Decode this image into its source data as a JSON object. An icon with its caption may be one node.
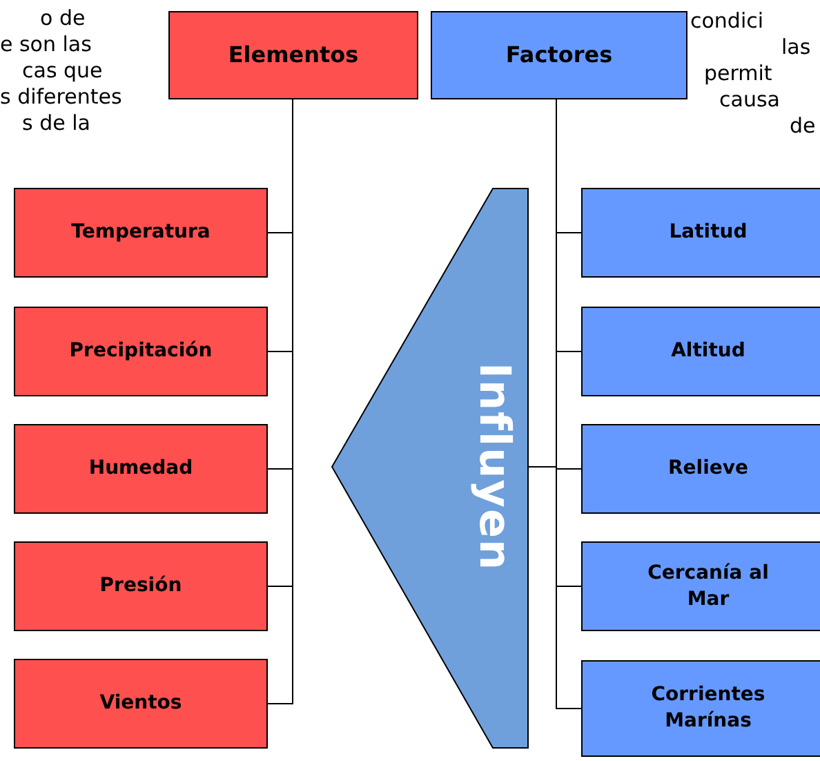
{
  "diagram": {
    "nodes": [
      {
        "text": [
          "Elementos"
        ]
      },
      {
        "text": [
          "Factores"
        ]
      },
      {
        "text": [
          "Temperatura"
        ]
      },
      {
        "text": [
          "Precipitación"
        ]
      },
      {
        "text": [
          "Humedad"
        ]
      },
      {
        "text": [
          "Presión"
        ]
      },
      {
        "text": [
          "Vientos"
        ]
      },
      {
        "text": [
          "Influyen"
        ]
      },
      {
        "text": [
          "Latitud"
        ]
      },
      {
        "text": [
          "Altitud"
        ]
      },
      {
        "text": [
          "Relieve"
        ]
      },
      {
        "text": [
          "Cercanía al Mar"
        ]
      },
      {
        "text": [
          "Corrientes Marínas"
        ]
      }
    ],
    "edges": [
      {
        "from": 0,
        "to": 2,
        "arrow": "none"
      },
      {
        "from": 0,
        "to": 3,
        "arrow": "none"
      },
      {
        "from": 0,
        "to": 4,
        "arrow": "none"
      },
      {
        "from": 0,
        "to": 5,
        "arrow": "none"
      },
      {
        "from": 0,
        "to": 6,
        "arrow": "none"
      },
      {
        "from": 1,
        "to": 8,
        "arrow": "none"
      },
      {
        "from": 1,
        "to": 9,
        "arrow": "none"
      },
      {
        "from": 1,
        "to": 7,
        "arrow": "none"
      },
      {
        "from": 1,
        "to": 10,
        "arrow": "none"
      },
      {
        "from": 1,
        "to": 11,
        "arrow": "none"
      },
      {
        "from": 1,
        "to": 12,
        "arrow": "none"
      }
    ],
    "labels": [
      "o de",
      "e son las",
      "cas que",
      "s diferentes",
      "s de la",
      "condici",
      "las",
      "permit",
      "causa",
      "de"
    ]
  }
}
